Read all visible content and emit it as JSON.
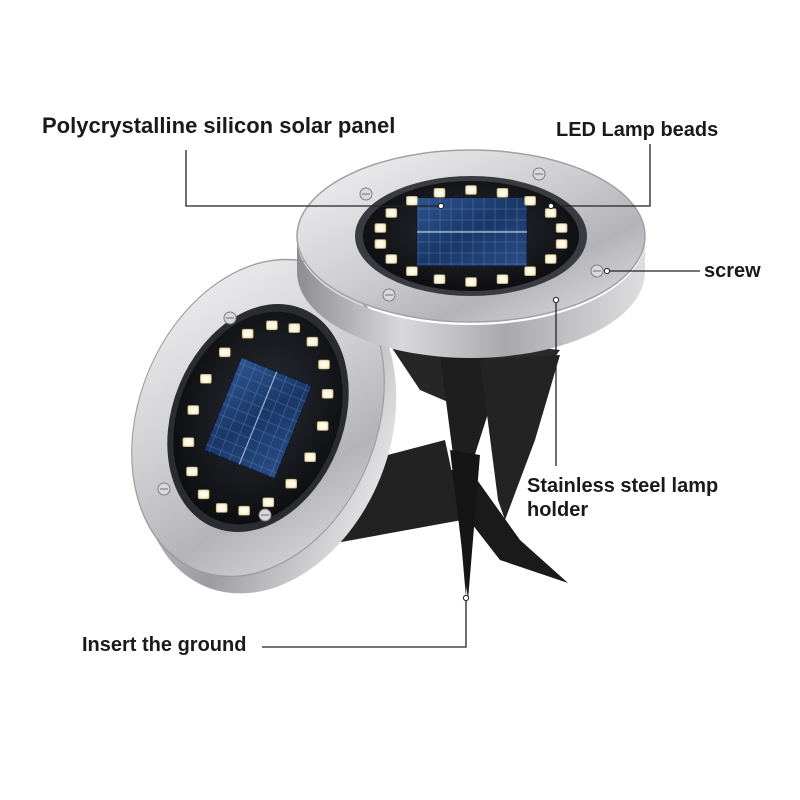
{
  "labels": {
    "solar_panel": "Polycrystalline silicon solar panel",
    "led_beads": "LED  Lamp beads",
    "screw": "screw",
    "holder_line1": "Stainless steel lamp",
    "holder_line2": "holder",
    "ground": "Insert the ground"
  },
  "colors": {
    "background": "#ffffff",
    "steel_light": "#e6e6e8",
    "steel_dark": "#8a8a8e",
    "panel_blue": "#1d3a66",
    "led_warm": "#fff6dc",
    "stake_black": "#1c1c1c",
    "leader_line": "#222222"
  },
  "lamps": [
    {
      "name": "back-lamp",
      "led_count": 18
    },
    {
      "name": "front-lamp",
      "led_count": 18
    }
  ]
}
